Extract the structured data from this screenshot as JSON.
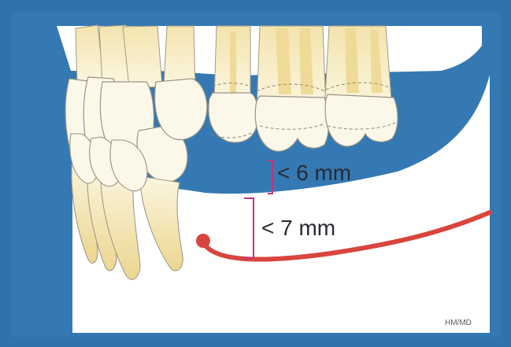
{
  "diagram": {
    "measure_upper": "< 6 mm",
    "measure_lower": "< 7 mm",
    "credit": "HM/MD"
  },
  "colors": {
    "frame_blue": "#2f73ad",
    "bone_white": "#ffffff",
    "tooth_fill": "#fbf8ea",
    "root_yellow": "#efdb97",
    "nerve_red": "#d9453e",
    "bracket_magenta": "#c2357e",
    "outline": "#9a9384"
  }
}
